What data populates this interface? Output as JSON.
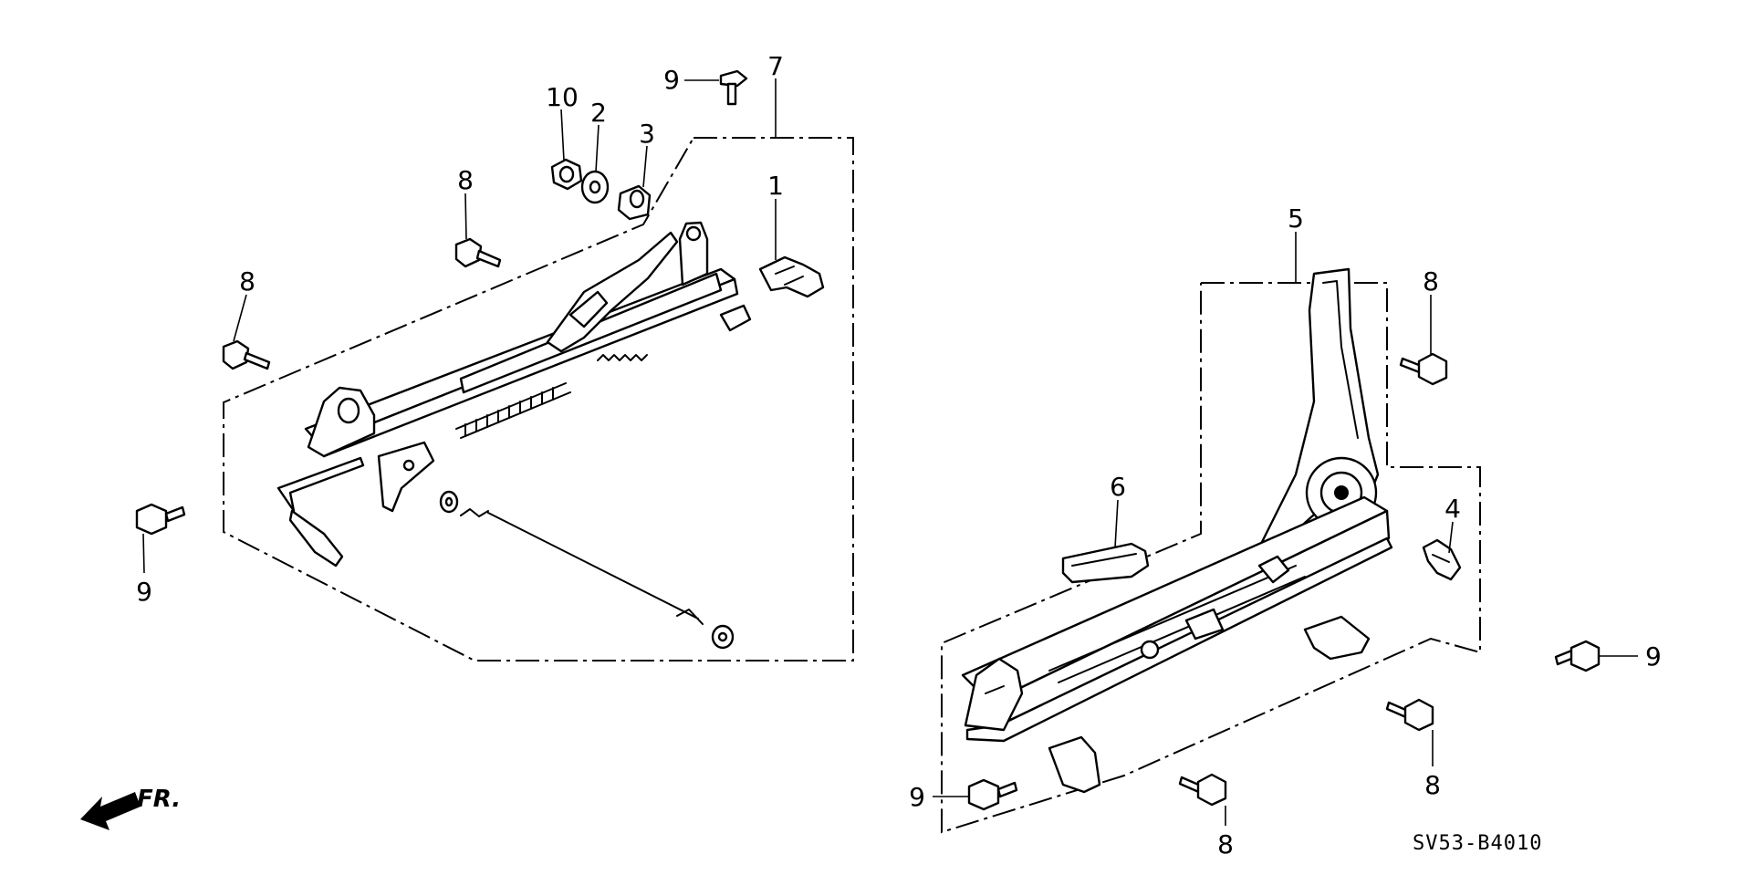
{
  "diagram": {
    "callouts": {
      "c1": "1",
      "c2": "2",
      "c3": "3",
      "c4": "4",
      "c5": "5",
      "c6": "6",
      "c7": "7",
      "c8a": "8",
      "c8b": "8",
      "c8c": "8",
      "c8d": "8",
      "c8e": "8",
      "c9a": "9",
      "c9b": "9",
      "c9c": "9",
      "c9d": "9",
      "c10": "10"
    },
    "direction_label": "FR.",
    "drawing_code": "SV53-B4010"
  }
}
